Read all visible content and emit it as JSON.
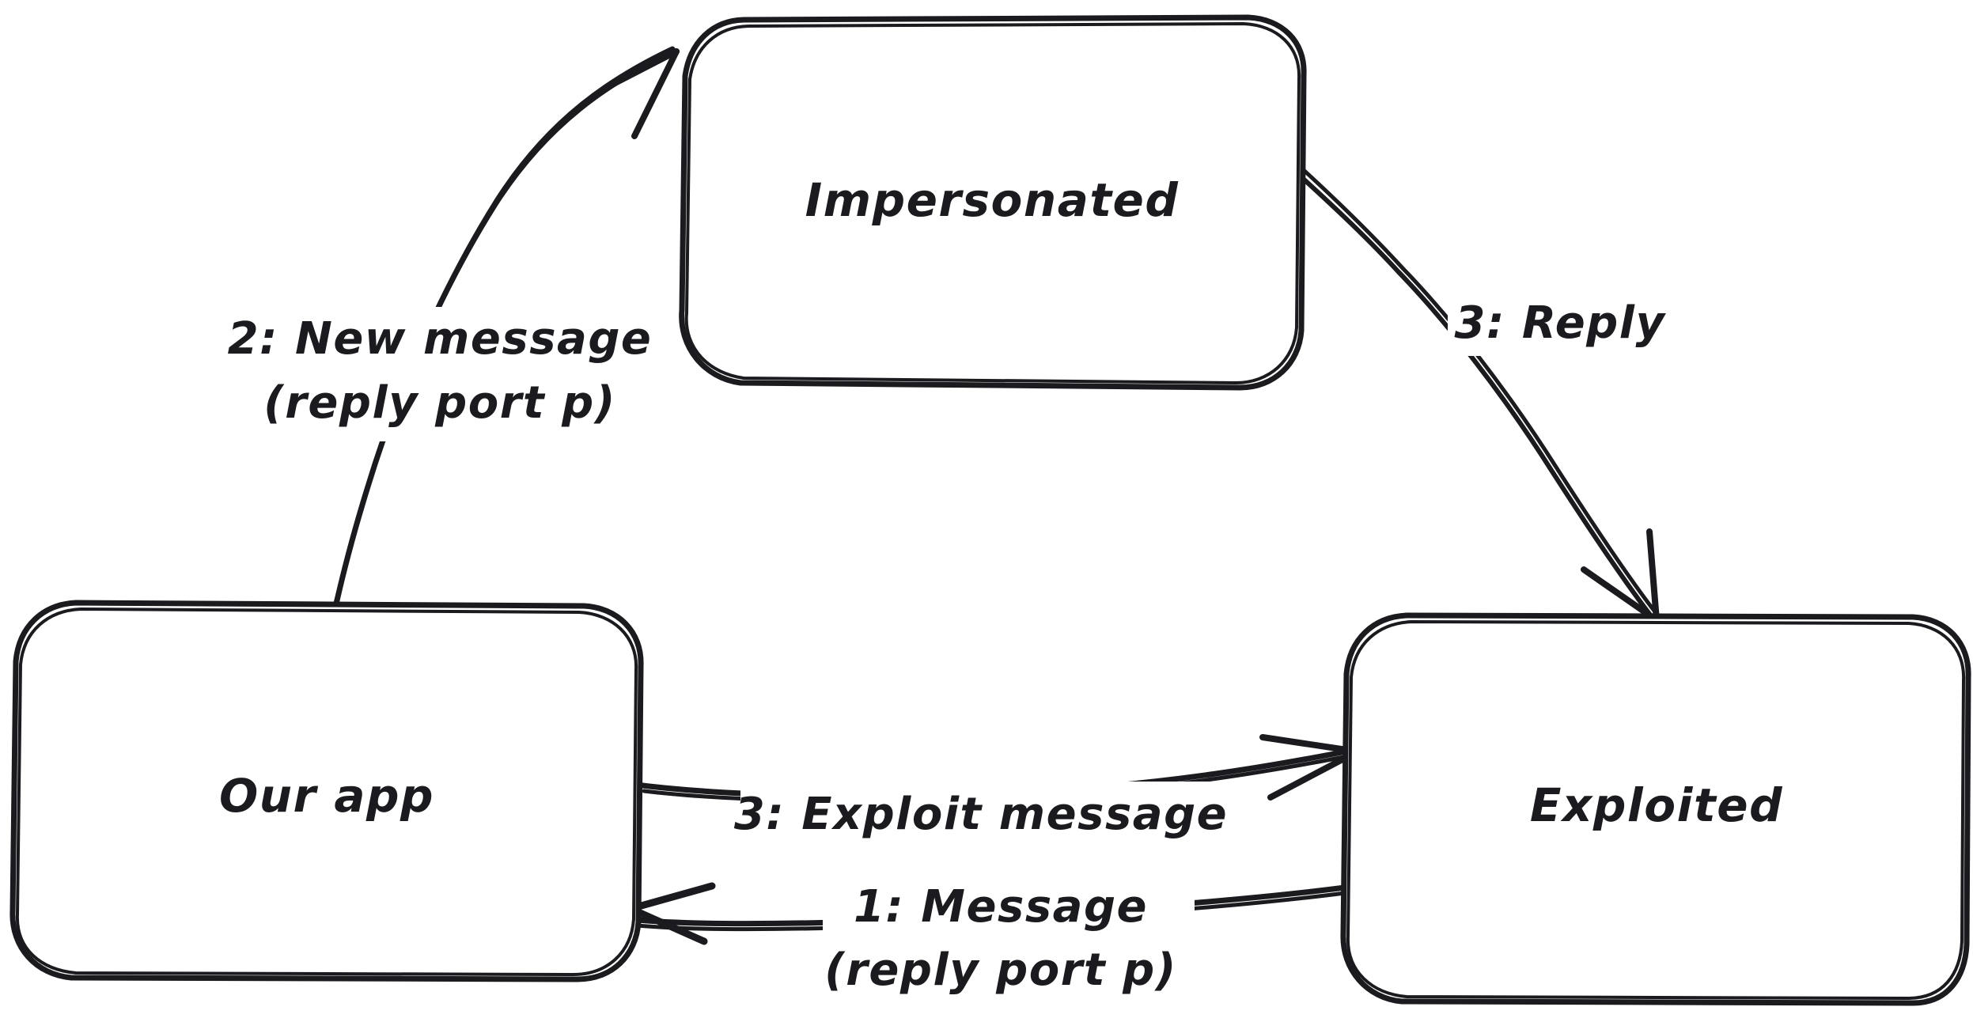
{
  "diagram": {
    "type": "sequence-flow-diagram",
    "background_color": "#ffffff",
    "stroke_color": "#1b1b1f",
    "style": "hand-drawn-sketch",
    "nodes": [
      {
        "id": "impersonated",
        "label": "Impersonated",
        "shape": "rounded-rectangle",
        "position": "top-center"
      },
      {
        "id": "our-app",
        "label": "Our app",
        "shape": "rounded-rectangle",
        "position": "bottom-left"
      },
      {
        "id": "exploited",
        "label": "Exploited",
        "shape": "rounded-rectangle",
        "position": "bottom-right"
      }
    ],
    "edges": [
      {
        "id": "edge-exploited-to-our-app",
        "from": "exploited",
        "to": "our-app",
        "step": "1",
        "label_line_1": "1: Message",
        "label_line_2": "(reply port p)",
        "arrowhead": "left"
      },
      {
        "id": "edge-our-app-to-impersonated",
        "from": "our-app",
        "to": "impersonated",
        "step": "2",
        "label_line_1": "2: New message",
        "label_line_2": "(reply port p)",
        "arrowhead": "up-right"
      },
      {
        "id": "edge-our-app-to-exploited",
        "from": "our-app",
        "to": "exploited",
        "step": "3",
        "label_line_1": "3: Exploit message",
        "label_line_2": "",
        "arrowhead": "right"
      },
      {
        "id": "edge-impersonated-to-exploited",
        "from": "impersonated",
        "to": "exploited",
        "step": "3",
        "label_line_1": "3: Reply",
        "label_line_2": "",
        "arrowhead": "down-right"
      }
    ]
  }
}
